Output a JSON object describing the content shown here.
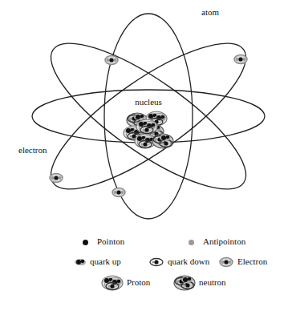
{
  "diagram": {
    "labels": [
      "atom",
      "nucleus",
      "electron"
    ],
    "legend": [
      {
        "text": "Pointon",
        "color": "#111111"
      },
      {
        "text": "Antipointon",
        "color": "#9a9a9a"
      },
      {
        "text": "quark up"
      },
      {
        "text": "quark down"
      },
      {
        "text": "Electron"
      },
      {
        "text": "Proton"
      },
      {
        "text": "neutron"
      }
    ]
  }
}
